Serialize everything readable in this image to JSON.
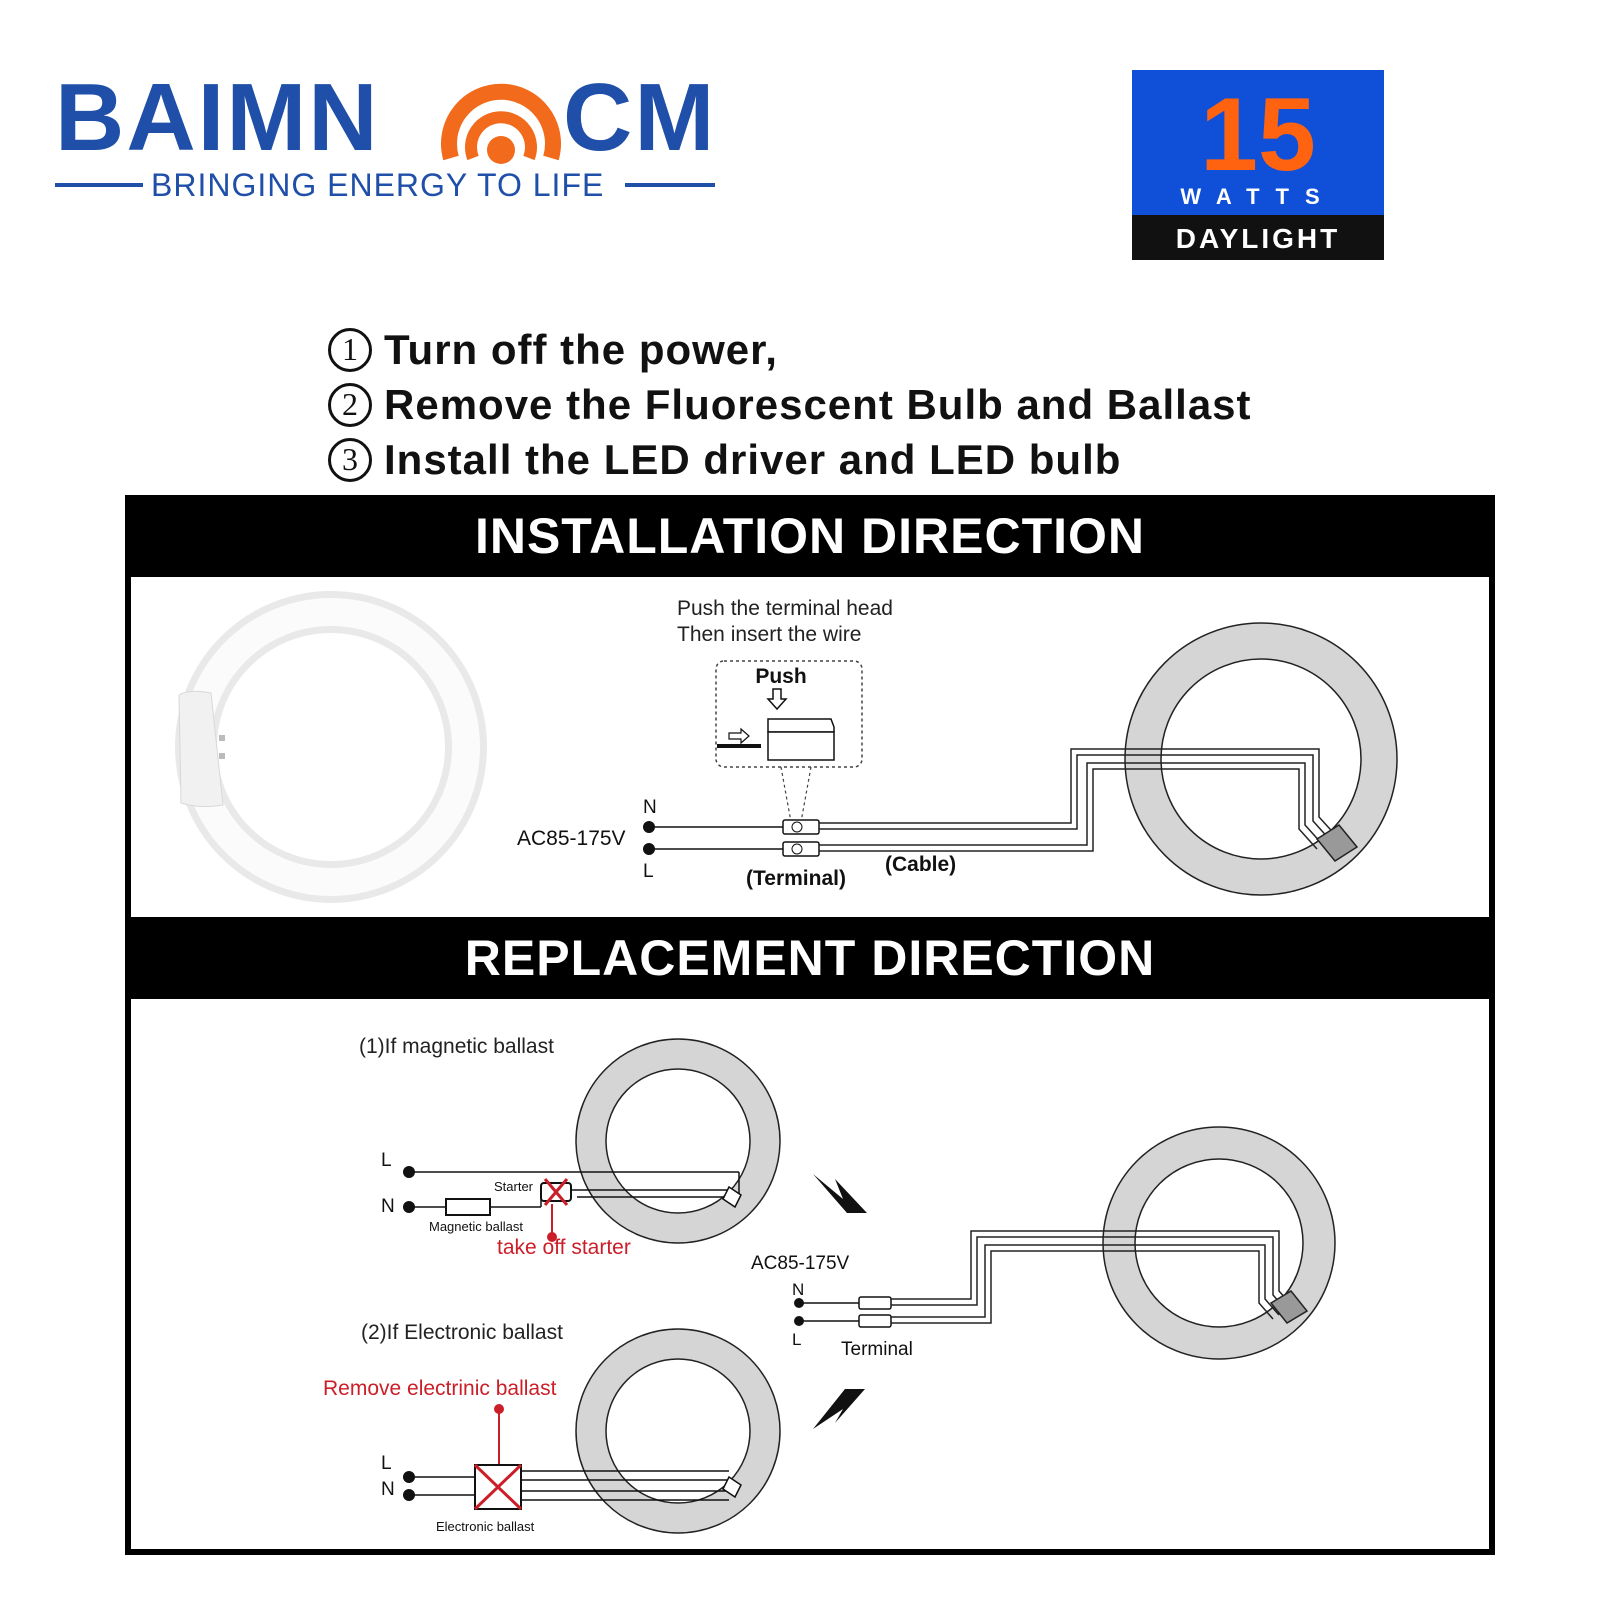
{
  "brand": {
    "name_left": "BAIMN",
    "name_right": "CM",
    "tagline": "BRINGING ENERGY TO LIFE",
    "blue": "#1f4fa8",
    "orange": "#f26a1b"
  },
  "badge": {
    "wattage": "15",
    "unit": "WATTS",
    "light": "DAYLIGHT",
    "bg": "#1050d8",
    "num_color": "#ff6310"
  },
  "steps": [
    {
      "num": "1",
      "text": "Turn off the power,"
    },
    {
      "num": "2",
      "text": "Remove the Fluorescent Bulb and Ballast"
    },
    {
      "num": "3",
      "text": "Install the LED driver and LED bulb"
    }
  ],
  "installation": {
    "header": "INSTALLATION DIRECTION",
    "note_line1": "Push the terminal head",
    "note_line2": "Then insert the wire",
    "push_label": "Push",
    "voltage": "AC85-175V",
    "n_label": "N",
    "l_label": "L",
    "terminal_label": "(Terminal)",
    "cable_label": "(Cable)"
  },
  "replacement": {
    "header": "REPLACEMENT DIRECTION",
    "magnetic": {
      "title": "(1)If magnetic ballast",
      "l_label": "L",
      "n_label": "N",
      "starter_label": "Starter",
      "ballast_label": "Magnetic ballast",
      "action": "take off starter"
    },
    "electronic": {
      "title": "(2)If Electronic ballast",
      "action": "Remove electrinic ballast",
      "l_label": "L",
      "n_label": "N",
      "ballast_label": "Electronic ballast"
    },
    "result": {
      "voltage": "AC85-175V",
      "n_label": "N",
      "l_label": "L",
      "terminal_label": "Terminal"
    },
    "warning_color": "#cc1e28"
  }
}
